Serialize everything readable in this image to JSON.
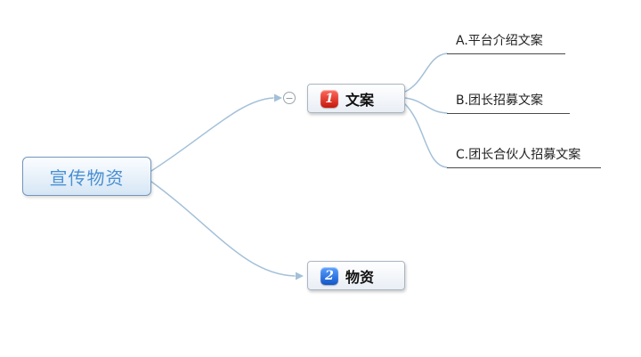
{
  "mindmap": {
    "root": {
      "label": "宣传物资"
    },
    "branches": [
      {
        "badge": "1",
        "label": "文案",
        "children": [
          {
            "label": "A.平台介绍文案"
          },
          {
            "label": "B.团长招募文案"
          },
          {
            "label": "C.团长合伙人招募文案"
          }
        ]
      },
      {
        "badge": "2",
        "label": "物资",
        "children": []
      }
    ],
    "collapse_icon": "−"
  },
  "colors": {
    "connector": "#a3c0d8",
    "leaf_underline": "#4a4a4a",
    "root_text": "#4a90d2",
    "root_border": "#7396bb",
    "root_fill": "#d6e6f5",
    "branch_border": "#a9b6c2",
    "badge_red": "#c7180c",
    "badge_blue": "#1257c9",
    "background": "#ffffff"
  }
}
